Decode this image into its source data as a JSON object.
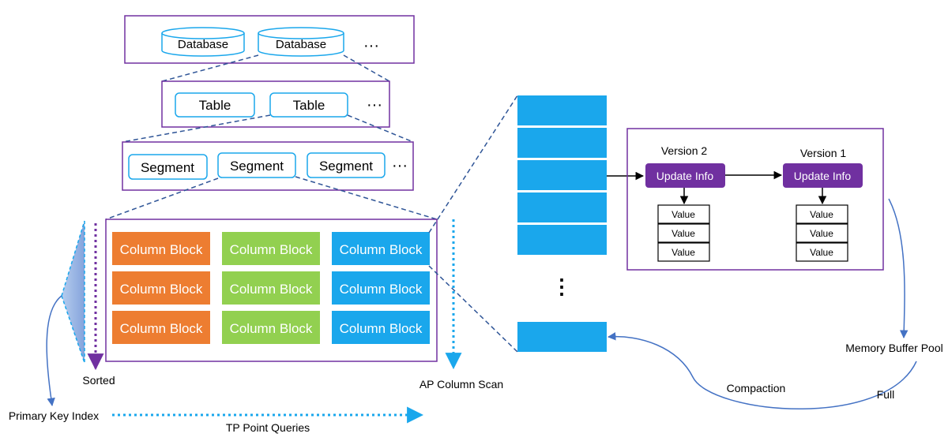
{
  "databases": [
    "Database",
    "Database"
  ],
  "database_ellipsis": "···",
  "tables": [
    "Table",
    "Table"
  ],
  "table_ellipsis": "···",
  "segments": [
    "Segment",
    "Segment",
    "Segment"
  ],
  "segment_ellipsis": "···",
  "column_block_label": "Column Block",
  "column_block_colors": [
    "#ED7D31",
    "#92D050",
    "#1AA7EC"
  ],
  "stack_ellipsis": "⋮",
  "versions": [
    {
      "title": "Version 2",
      "update_label": "Update Info",
      "values": [
        "Value",
        "Value",
        "Value"
      ]
    },
    {
      "title": "Version 1",
      "update_label": "Update Info",
      "values": [
        "Value",
        "Value",
        "Value"
      ]
    }
  ],
  "labels": {
    "sorted": "Sorted",
    "ap_scan": "AP Column Scan",
    "primary_key": "Primary Key Index",
    "tp_queries": "TP Point Queries",
    "memory_pool": "Memory Buffer Pool",
    "compaction": "Compaction",
    "full": "Full"
  },
  "colors": {
    "frame": "#7030A0",
    "accent_blue": "#1AA7EC",
    "dashed_blue": "#2F5597",
    "purple_fill": "#7030A0",
    "curve_blue": "#4472C4"
  }
}
